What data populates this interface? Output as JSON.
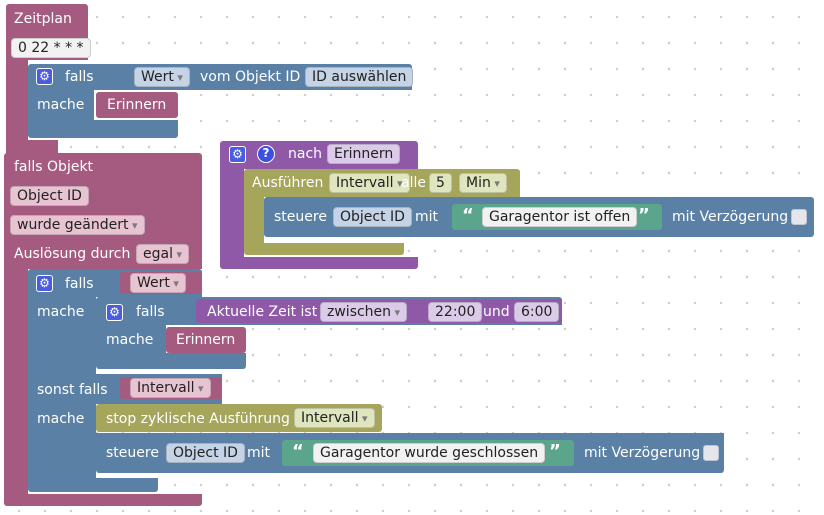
{
  "colors": {
    "schedule": "#a55b80",
    "logic": "#5b80a5",
    "action": "#a5a55b",
    "timeout": "#8f59a8",
    "text": "#5ba58c"
  },
  "block1": {
    "title": "Zeitplan",
    "cron": "0 22 * * *",
    "if_label": "falls",
    "value_dd": "Wert",
    "of_object": "vom Objekt ID",
    "select_id": "ID auswählen",
    "do_label": "mache",
    "var_name": "Erinnern"
  },
  "block2": {
    "title": "falls Objekt",
    "object_id": "Object ID",
    "changed_dd": "wurde geändert",
    "trigger_label": "Auslösung durch",
    "trigger_dd": "egal",
    "if_label": "falls",
    "value_var": "Wert",
    "do_label": "mache",
    "inner_if": "falls",
    "current_time": "Aktuelle Zeit ist",
    "between_dd": "zwischen",
    "time_from": "22:00",
    "and_label": "und",
    "time_to": "6:00",
    "inner_do": "mache",
    "inner_var": "Erinnern",
    "else_if": "sonst falls",
    "interval_var": "Intervall",
    "else_do": "mache",
    "stop_label": "stop zyklische Ausführung",
    "stop_dd": "Intervall",
    "control_label": "steuere",
    "control_id": "Object ID",
    "with_label": "mit",
    "text_value": "Garagentor wurde geschlossen",
    "delay_label": "mit Verzögerung"
  },
  "block3": {
    "after_label": "nach",
    "after_var": "Erinnern",
    "help_text": "?",
    "exec_label": "Ausführen",
    "interval_dd": "Intervall",
    "every_label": "alle",
    "every_value": "5",
    "unit_dd": "Min",
    "control_label": "steuere",
    "control_id": "Object ID",
    "with_label": "mit",
    "text_value": "Garagentor ist offen",
    "delay_label": "mit Verzögerung"
  }
}
